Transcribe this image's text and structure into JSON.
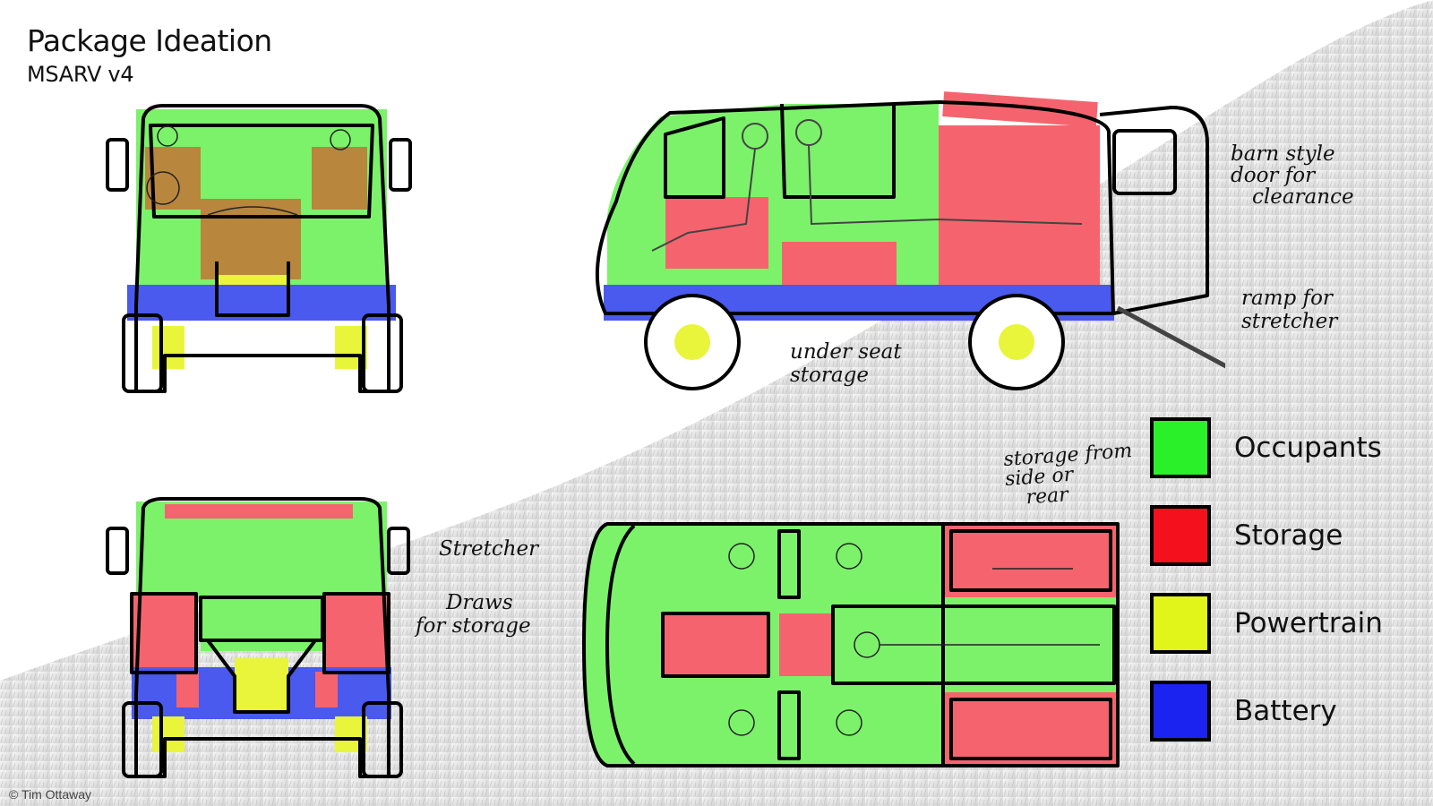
{
  "page": {
    "title": "Package Ideation",
    "subtitle": "MSARV v4",
    "credit": "© Tim Ottaway"
  },
  "annotations": {
    "barn_door": [
      "barn style",
      "door for",
      "clearance"
    ],
    "ramp": [
      "ramp for",
      "stretcher"
    ],
    "under_seat": [
      "under seat",
      "storage"
    ],
    "storage_side": [
      "storage from",
      "side or",
      "rear"
    ],
    "stretcher": "Stretcher",
    "draws": [
      "Draws",
      "for storage"
    ]
  },
  "legend": [
    {
      "label": "Occupants",
      "color": "#2af02a"
    },
    {
      "label": "Storage",
      "color": "#f5101e"
    },
    {
      "label": "Powertrain",
      "color": "#e2f51a"
    },
    {
      "label": "Battery",
      "color": "#1a23f0"
    }
  ],
  "colors": {
    "occupants": "#7cf26b",
    "storage": "#f5646e",
    "powertrain": "#e8f53a",
    "battery": "#4a59ee",
    "brownish": "#c07a3a"
  }
}
